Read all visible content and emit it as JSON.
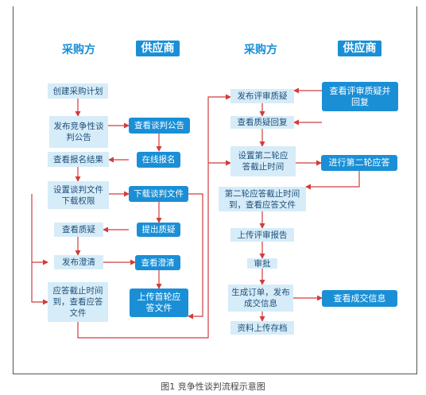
{
  "headers": {
    "buyer_left": "采购方",
    "supplier_left": "供应商",
    "buyer_right": "采购方",
    "supplier_right": "供应商"
  },
  "nodes": {
    "create_plan": "创建采购计划",
    "publish_notice": "发布竞争性谈判公告",
    "view_notice": "查看谈判公告",
    "online_signup": "在线报名",
    "view_signup_result": "查看报名结果",
    "set_download_rights": "设置谈判文件下载权限",
    "download_docs": "下载谈判文件",
    "raise_question": "提出质疑",
    "view_question": "查看质疑",
    "publish_clarification": "发布澄清",
    "view_clarification": "查看澄清",
    "response_deadline": "应答截止时间到，查看应答文件",
    "upload_first_response": "上传首轮应答文件",
    "publish_review_question": "发布评审质疑",
    "view_review_question": "查看评审质疑并回复",
    "view_question_reply": "查看质疑回复",
    "set_second_deadline": "设置第二轮应答截止时间",
    "second_round_response": "进行第二轮应答",
    "second_deadline_view": "第二轮应答截止时间到，查看应答文件",
    "upload_review_report": "上传评审报告",
    "approve": "审批",
    "generate_order": "生成订单，发布成交信息",
    "view_deal_info": "查看成交信息",
    "archive_upload": "资料上传存档"
  },
  "caption": "图1   竞争性谈判流程示意图",
  "colors": {
    "accent": "#1a8fd6",
    "node_light": "#d6ecf8",
    "arrow": "#d23c3c"
  }
}
